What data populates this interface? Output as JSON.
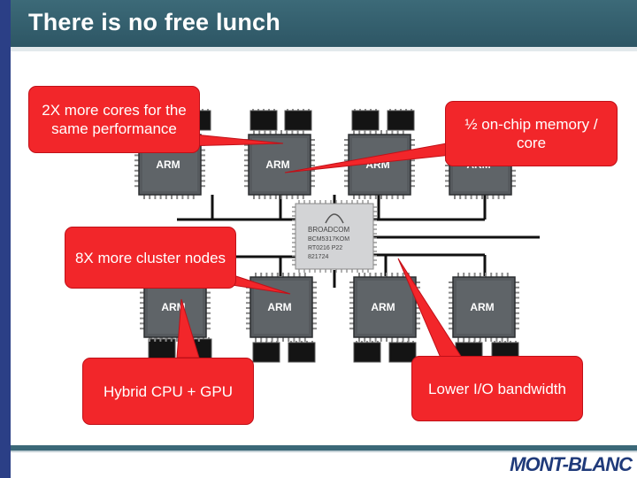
{
  "slide": {
    "title": "There is no free lunch",
    "logo_text": "MONT-BLANC"
  },
  "diagram": {
    "chip_label": "ARM",
    "center_chip_lines": [
      "BROADCOM",
      "BCM5317KOM",
      "RT0216 P22",
      "821724"
    ]
  },
  "callouts": {
    "cores": "2X more cores for the same performance",
    "memory": "½ on-chip memory / core",
    "cluster": "8X more cluster nodes",
    "hybrid": "Hybrid CPU + GPU",
    "io": "Lower I/O bandwidth"
  },
  "colors": {
    "title_bar": "#2c5463",
    "left_bar": "#2b3f86",
    "callout_fill": "#f2262a",
    "logo": "#1f3a7a"
  }
}
